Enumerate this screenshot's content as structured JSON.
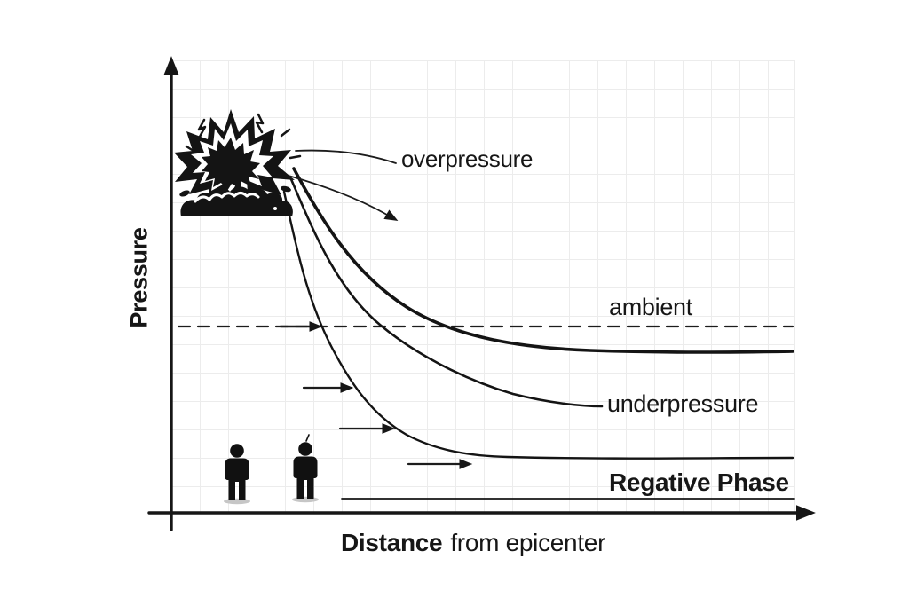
{
  "figure": {
    "background": "#ffffff",
    "ink_color": "#161616",
    "grid_color": "#ececec",
    "shadow_color": "#c6c6c6",
    "y_axis_label": "Pressure",
    "x_axis_label": {
      "bold": "Distance",
      "rest": "from epicenter"
    },
    "annotations": {
      "overpressure": "overpressure",
      "ambient": "ambient",
      "underpressure": "underpressure",
      "negative_phase": "Regative Phase"
    },
    "icons": {
      "explosion": "explosion-burst-icon",
      "person_left": "standing-person-icon",
      "person_right": "standing-person-icon"
    }
  },
  "chart_data": {
    "type": "line",
    "title": "",
    "xlabel": "Distance from epicenter",
    "ylabel": "Pressure",
    "grid": true,
    "legend": "inline-labels",
    "axis_style": "hand-drawn arrows, no tick labels (qualitative diagram)",
    "x_note": "normalized 0-1 across plot width",
    "y_note": "pressure relative to ambient = 0 (arbitrary units)",
    "reference_lines": [
      {
        "name": "ambient",
        "value": 0,
        "style": "dashed",
        "label": "ambient"
      }
    ],
    "series": [
      {
        "name": "overpressure",
        "style": "solid-thick",
        "x": [
          0.2,
          0.29,
          0.37,
          0.48,
          0.58,
          0.67,
          0.84,
          1.0
        ],
        "values": [
          100,
          30,
          13,
          -1,
          -11,
          -15,
          -16,
          -16
        ]
      },
      {
        "name": "underpressure",
        "style": "solid",
        "x": [
          0.19,
          0.27,
          0.33,
          0.41,
          0.48,
          0.58,
          0.69
        ],
        "values": [
          93,
          38,
          1,
          -18,
          -33,
          -44,
          -51
        ]
      },
      {
        "name": "negative_phase",
        "label": "Regative Phase",
        "style": "solid",
        "x": [
          0.18,
          0.25,
          0.29,
          0.34,
          0.43,
          0.53,
          0.72,
          1.0
        ],
        "values": [
          85,
          1,
          -39,
          -65,
          -78,
          -82,
          -83,
          -83
        ]
      }
    ],
    "annotations": [
      "overpressure",
      "ambient",
      "underpressure",
      "Regative Phase"
    ],
    "extra_marks": [
      "explosion pictogram at curve origin (top left of plot)",
      "two human pictograms standing on x-axis",
      "four small right-pointing arrows showing blast-wave travel direction",
      "curved arrow from explosion pointing into overpressure curve",
      "baseline segment under Regative Phase label"
    ]
  }
}
